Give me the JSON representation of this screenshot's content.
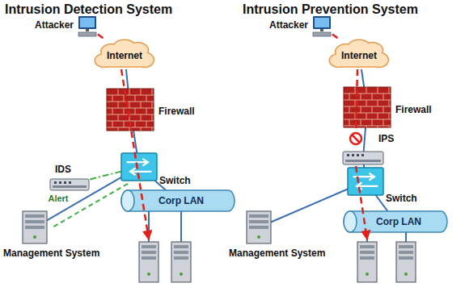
{
  "diagram": {
    "nodes": [
      {
        "text": [
          "Attacker"
        ]
      },
      {
        "text": [
          "Internet"
        ]
      },
      {
        "text": [
          "Firewall"
        ]
      },
      {
        "text": [
          "IDS"
        ]
      },
      {
        "text": [
          "Switch"
        ]
      },
      {
        "text": [
          "Management System"
        ]
      },
      {
        "text": [
          "Corp LAN"
        ]
      },
      {
        "text": [
          "Attacker"
        ]
      },
      {
        "text": [
          "Internet"
        ]
      },
      {
        "text": [
          "Firewall"
        ]
      },
      {
        "text": [
          "IPS"
        ]
      },
      {
        "text": [
          "Switch"
        ]
      },
      {
        "text": [
          "Management System"
        ]
      },
      {
        "text": [
          "Corp LAN"
        ]
      }
    ],
    "edges": [
      {
        "from": 0,
        "to": 1,
        "arrow": "none"
      },
      {
        "from": 1,
        "to": 2,
        "arrow": "none"
      },
      {
        "from": 2,
        "to": 4,
        "arrow": "none"
      },
      {
        "from": 4,
        "to": 3,
        "arrow": "none"
      },
      {
        "from": 4,
        "to": 5,
        "arrow": "none"
      },
      {
        "from": 4,
        "to": 5,
        "label": "Alert",
        "arrow": "none"
      },
      {
        "from": 4,
        "to": 6,
        "arrow": "none"
      },
      {
        "from": 7,
        "to": 8,
        "arrow": "none"
      },
      {
        "from": 8,
        "to": 9,
        "arrow": "none"
      },
      {
        "from": 9,
        "to": 10,
        "arrow": "none"
      },
      {
        "from": 10,
        "to": 11,
        "arrow": "none"
      },
      {
        "from": 11,
        "to": 12,
        "arrow": "none"
      },
      {
        "from": 11,
        "to": 13,
        "arrow": "none"
      }
    ],
    "labels": [
      "Intrusion Detection System",
      "Intrusion Prevention System"
    ]
  }
}
